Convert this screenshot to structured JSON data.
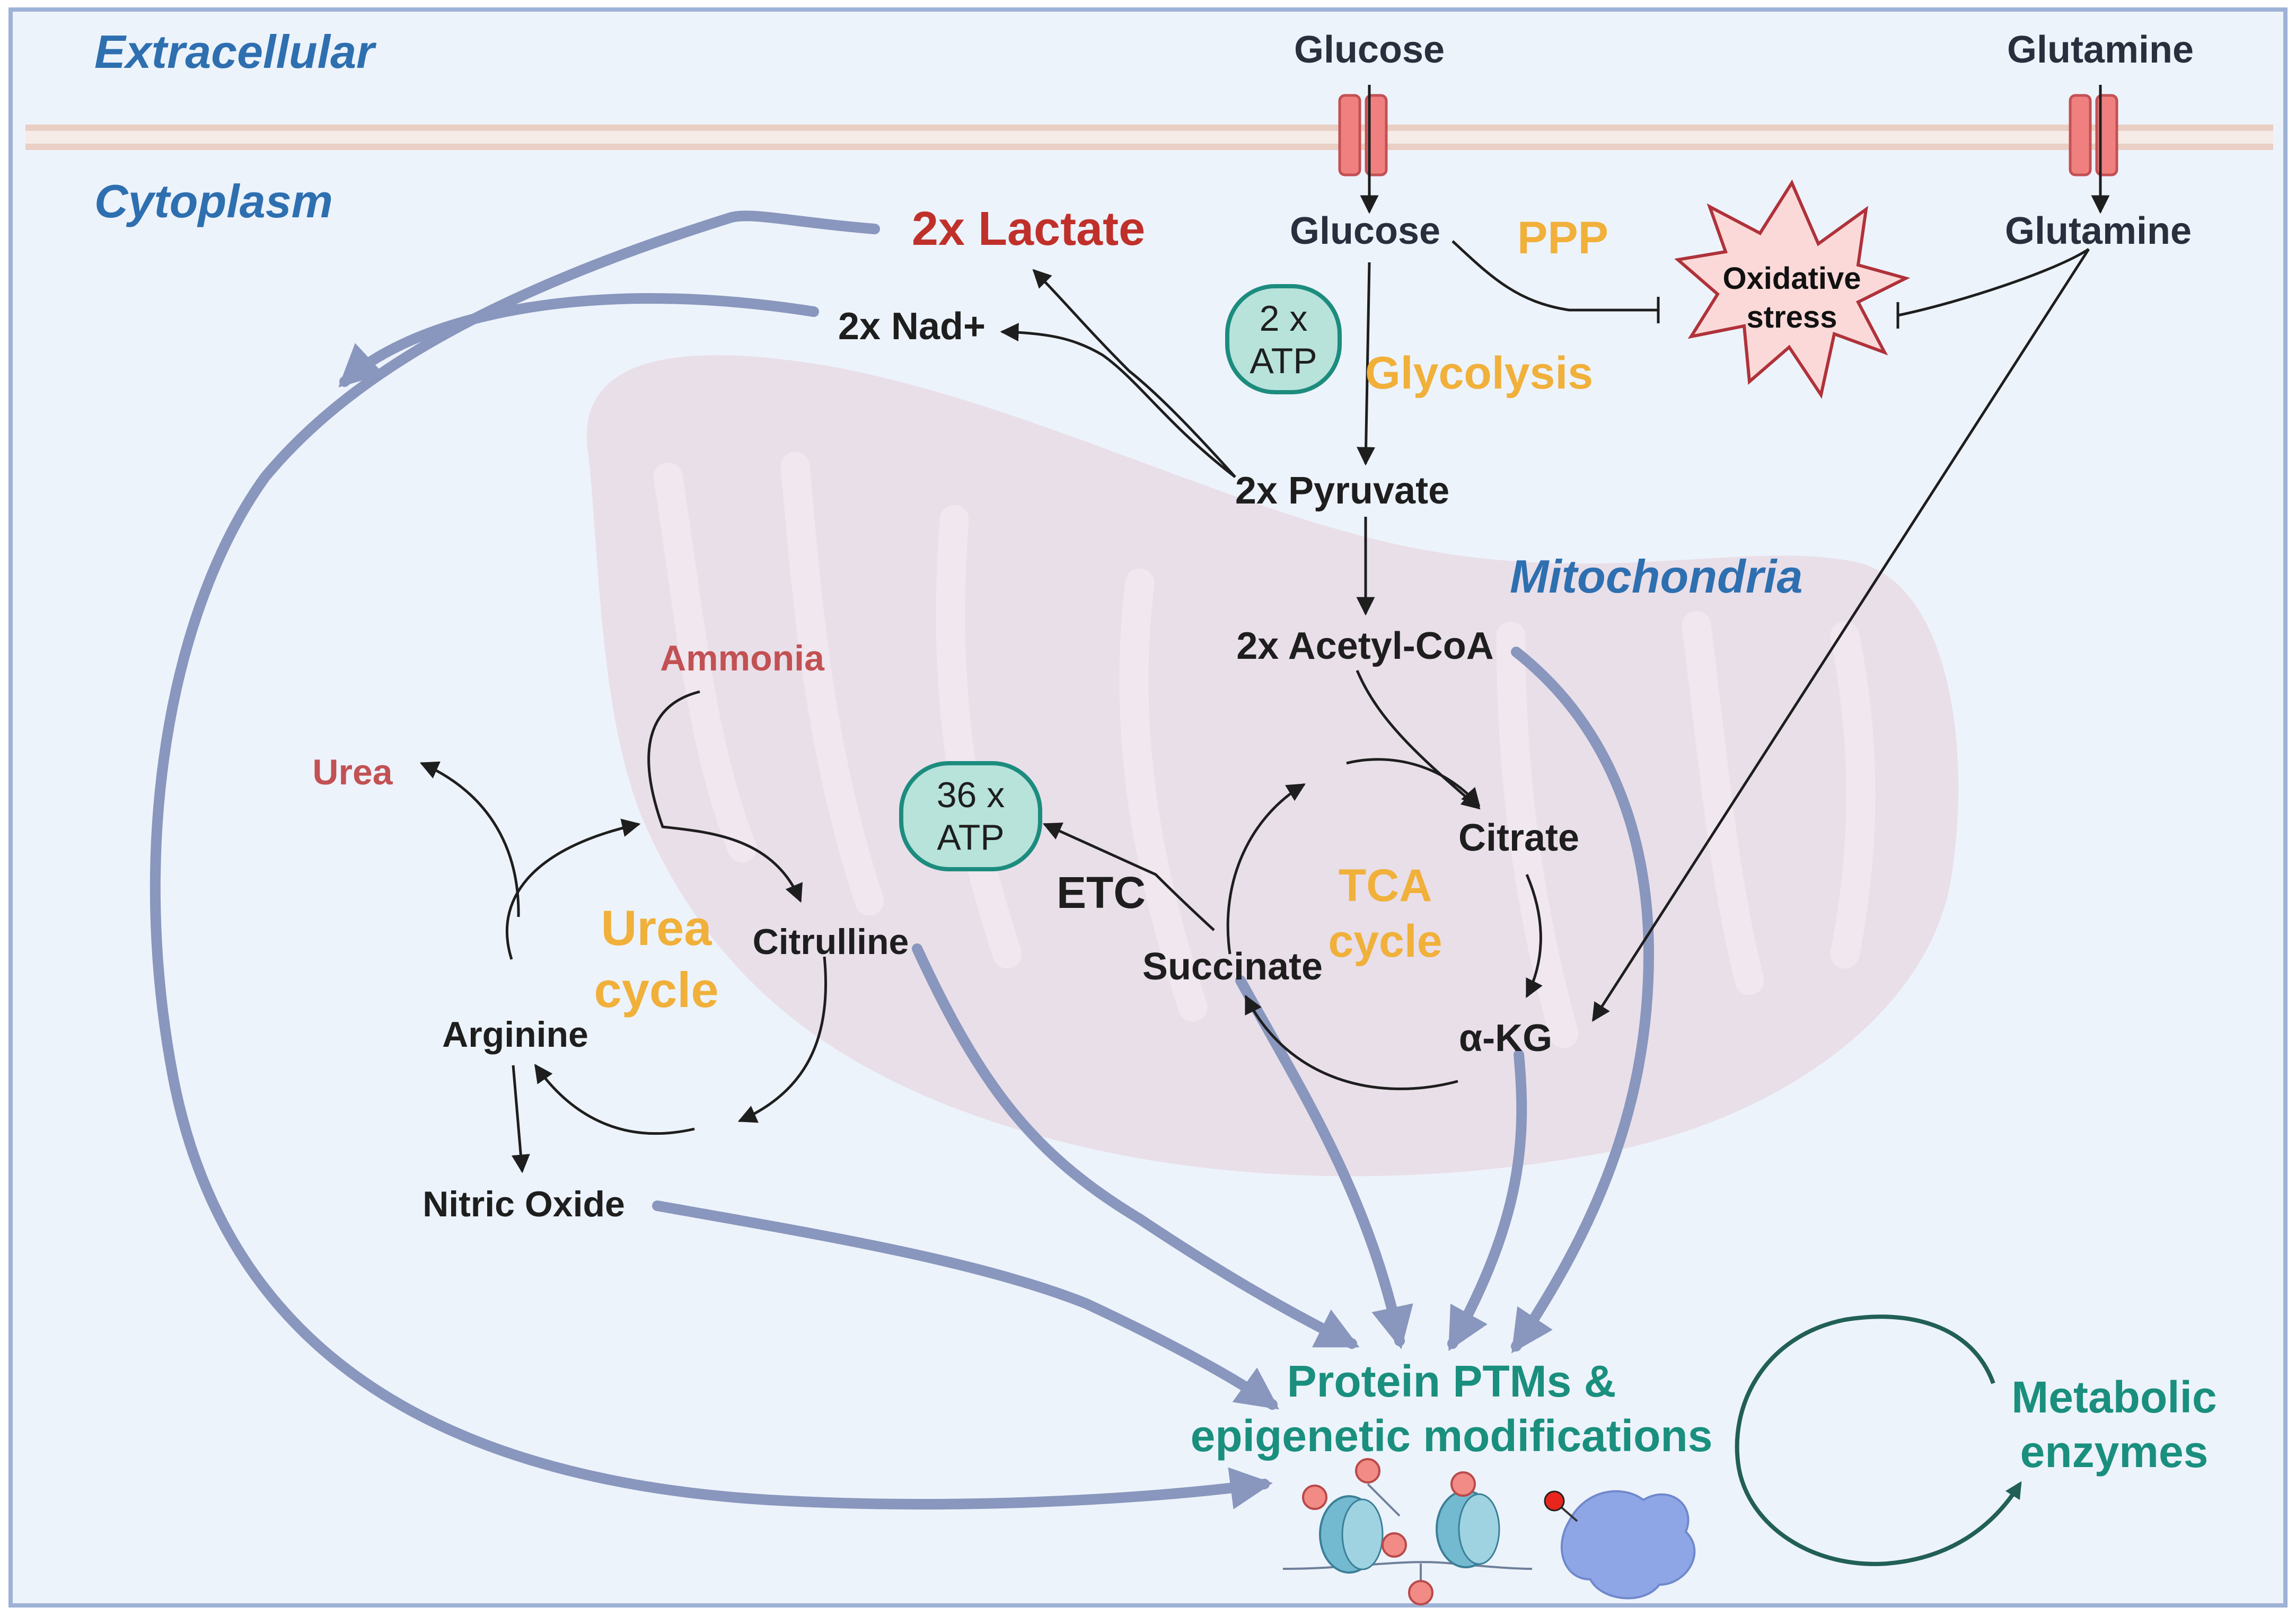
{
  "compartments": {
    "extracellular": "Extracellular",
    "cytoplasm": "Cytoplasm",
    "mitochondria": "Mitochondria"
  },
  "inputs": {
    "glucose_outside": "Glucose",
    "glutamine_outside": "Glutamine",
    "glucose_inside": "Glucose",
    "glutamine_inside": "Glutamine"
  },
  "pathways": {
    "ppp": "PPP",
    "glycolysis": "Glycolysis",
    "tca_line1": "TCA",
    "tca_line2": "cycle",
    "urea_line1": "Urea",
    "urea_line2": "cycle",
    "etc": "ETC"
  },
  "metabolites": {
    "lactate": "2x Lactate",
    "nad": "2x Nad+",
    "pyruvate": "2x Pyruvate",
    "acetyl_coa": "2x Acetyl-CoA",
    "citrate": "Citrate",
    "akg": "α-KG",
    "succinate": "Succinate",
    "ammonia": "Ammonia",
    "urea": "Urea",
    "citrulline": "Citrulline",
    "arginine": "Arginine",
    "nitric_oxide": "Nitric Oxide"
  },
  "atp_glycolysis": {
    "line1": "2 x",
    "line2": "ATP"
  },
  "atp_etc": {
    "line1": "36 x",
    "line2": "ATP"
  },
  "oxidative_stress": {
    "line1": "Oxidative",
    "line2": "stress"
  },
  "outputs": {
    "ptm_line1": "Protein PTMs &",
    "ptm_line2": "epigenetic modifications",
    "enzymes_line1": "Metabolic",
    "enzymes_line2": "enzymes"
  },
  "colors": {
    "panel_background": "#edf3fb",
    "panel_border": "#9eb2d6",
    "membrane": "#e9cfc4",
    "mitochondrion": "#e8dbe5",
    "flux_arrow": "#8996bd",
    "feedback_arrow": "#215f57",
    "atp_fill": "#b7e3da",
    "atp_border": "#1c8c7e",
    "stress_fill": "#fbd9d9",
    "stress_border": "#b0323a"
  },
  "icons": {
    "transporter": "membrane-transporter-icon",
    "nucleosome": "nucleosome-icon",
    "protein": "protein-blob-icon"
  }
}
